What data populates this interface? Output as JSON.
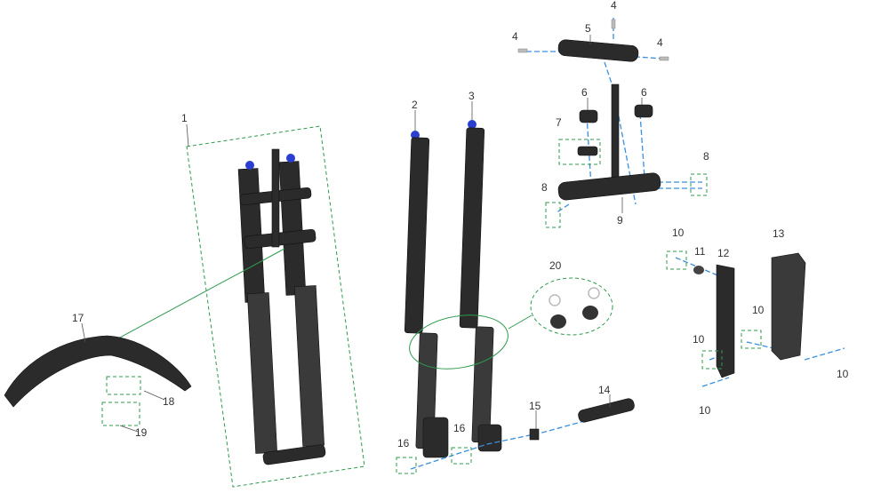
{
  "title": "Front fork exploded parts diagram",
  "callouts": {
    "c1": "1",
    "c2": "2",
    "c3": "3",
    "c4a": "4",
    "c4b": "4",
    "c4c": "4",
    "c5": "5",
    "c6a": "6",
    "c6b": "6",
    "c7": "7",
    "c8a": "8",
    "c8b": "8",
    "c9": "9",
    "c10a": "10",
    "c10b": "10",
    "c10c": "10",
    "c10d": "10",
    "c10e": "10",
    "c11": "11",
    "c12": "12",
    "c13": "13",
    "c14": "14",
    "c15": "15",
    "c16a": "16",
    "c16b": "16",
    "c17": "17",
    "c18": "18",
    "c19": "19",
    "c20": "20"
  },
  "colors": {
    "group_box": "#2e9a4e",
    "assembly_line": "#3a8fe0",
    "cap": "#2a3fd0"
  }
}
